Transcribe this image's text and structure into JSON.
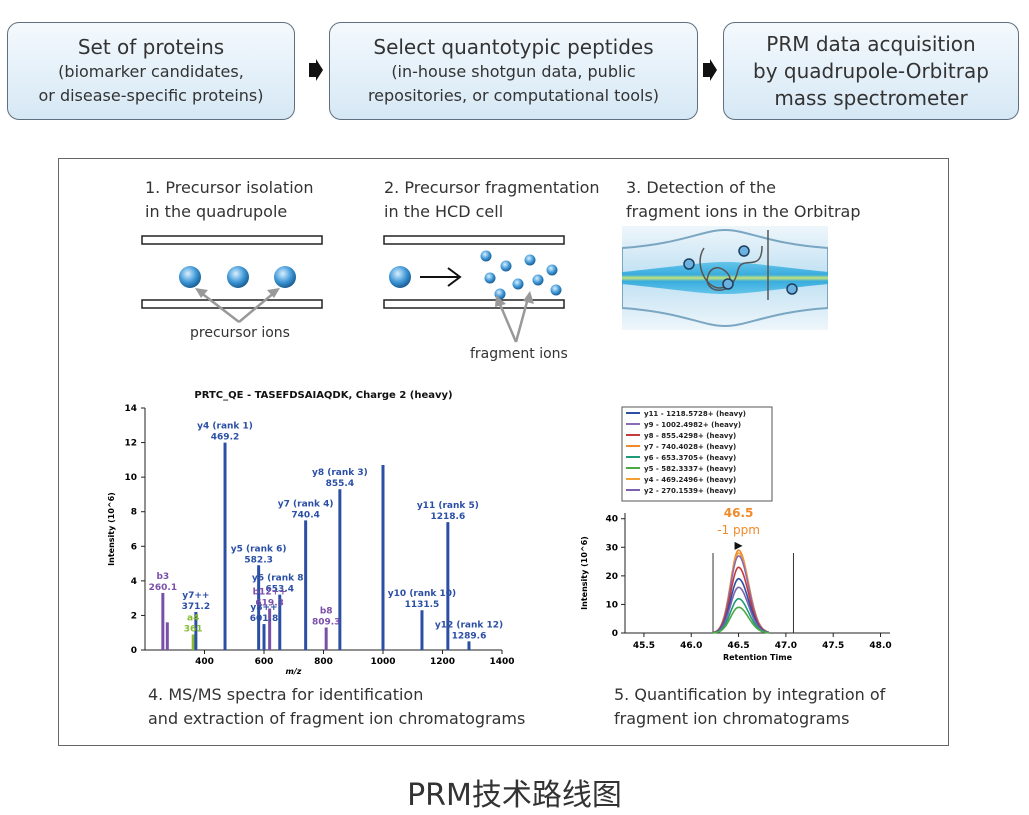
{
  "workflow": {
    "stage1": {
      "title": "Set of proteins",
      "line2": "(biomarker candidates,",
      "line3": "or disease-specific proteins)"
    },
    "stage2": {
      "title": "Select quantotypic peptides",
      "line2": "(in-house shotgun data, public",
      "line3": "repositories, or computational tools)"
    },
    "stage3": {
      "line1": "PRM data acquisition",
      "line2": "by quadrupole-Orbitrap",
      "line3": "mass spectrometer"
    }
  },
  "steps": {
    "step1": {
      "line1": "1. Precursor isolation",
      "line2": "in the quadrupole",
      "caption": "precursor ions"
    },
    "step2": {
      "line1": "2. Precursor fragmentation",
      "line2": "in the HCD cell",
      "caption": "fragment ions"
    },
    "step3": {
      "line1": "3. Detection of the",
      "line2": "fragment ions in the Orbitrap"
    },
    "step4": {
      "line1": "4. MS/MS spectra for identification",
      "line2": "and extraction of fragment ion chromatograms"
    },
    "step5": {
      "line1": "5. Quantification by integration of",
      "line2": "fragment ion chromatograms"
    }
  },
  "chart_data": [
    {
      "type": "bar",
      "title": "PRTC_QE - TASEFDSAIAQDK, Charge 2 (heavy)",
      "xlabel": "m/z",
      "ylabel": "Intensity (10^6)",
      "xlim": [
        200,
        1400
      ],
      "ylim": [
        0,
        14
      ],
      "xticks": [
        400,
        600,
        800,
        1000,
        1200,
        1400
      ],
      "yticks": [
        0,
        2,
        4,
        6,
        8,
        10,
        12,
        14
      ],
      "peaks": [
        {
          "x": 260,
          "y": 3.3,
          "color": "#7a4fa8"
        },
        {
          "x": 275,
          "y": 1.6,
          "color": "#7a4fa8"
        },
        {
          "x": 362,
          "y": 0.9,
          "color": "#88bb33"
        },
        {
          "x": 371,
          "y": 2.2,
          "color": "#2b4fa5"
        },
        {
          "x": 469,
          "y": 12.0,
          "color": "#2b4fa5"
        },
        {
          "x": 582,
          "y": 4.9,
          "color": "#2b4fa5"
        },
        {
          "x": 600,
          "y": 1.5,
          "color": "#2b4fa5"
        },
        {
          "x": 619,
          "y": 2.4,
          "color": "#7a4fa8"
        },
        {
          "x": 653,
          "y": 3.2,
          "color": "#2b4fa5"
        },
        {
          "x": 740,
          "y": 7.5,
          "color": "#2b4fa5"
        },
        {
          "x": 809,
          "y": 1.3,
          "color": "#7a4fa8"
        },
        {
          "x": 855,
          "y": 9.3,
          "color": "#2b4fa5"
        },
        {
          "x": 1000,
          "y": 10.7,
          "color": "#2b4fa5"
        },
        {
          "x": 1131,
          "y": 2.3,
          "color": "#2b4fa5"
        },
        {
          "x": 1218,
          "y": 7.4,
          "color": "#2b4fa5"
        },
        {
          "x": 1289,
          "y": 0.5,
          "color": "#2b4fa5"
        }
      ],
      "annotations": [
        {
          "x": 469,
          "y": 12.0,
          "line1": "y4 (rank 1)",
          "line2": "469.2",
          "color": "#2b4fa5"
        },
        {
          "x": 855,
          "y": 9.3,
          "line1": "y8 (rank 3)",
          "line2": "855.4",
          "color": "#2b4fa5"
        },
        {
          "x": 740,
          "y": 7.5,
          "line1": "y7 (rank 4)",
          "line2": "740.4",
          "color": "#2b4fa5"
        },
        {
          "x": 1218,
          "y": 7.4,
          "line1": "y11 (rank 5)",
          "line2": "1218.6",
          "color": "#2b4fa5"
        },
        {
          "x": 582,
          "y": 4.9,
          "line1": "y5 (rank 6)",
          "line2": "582.3",
          "color": "#2b4fa5"
        },
        {
          "x": 653,
          "y": 3.2,
          "line1": "y6 (rank 8)",
          "line2": "653.4",
          "color": "#2b4fa5"
        },
        {
          "x": 1131,
          "y": 2.3,
          "line1": "y10 (rank 10)",
          "line2": "1131.5",
          "color": "#2b4fa5"
        },
        {
          "x": 1289,
          "y": 0.5,
          "line1": "y12 (rank 12)",
          "line2": "1289.6",
          "color": "#2b4fa5"
        },
        {
          "x": 371,
          "y": 2.2,
          "line1": "y7++",
          "line2": "371.2",
          "color": "#2b4fa5"
        },
        {
          "x": 600,
          "y": 1.5,
          "line1": "y8++",
          "line2": "601.8",
          "color": "#2b4fa5"
        },
        {
          "x": 619,
          "y": 2.4,
          "line1": "b12++",
          "line2": "619.3",
          "color": "#7a4fa8"
        },
        {
          "x": 809,
          "y": 1.3,
          "line1": "b8",
          "line2": "809.3",
          "color": "#7a4fa8"
        },
        {
          "x": 260,
          "y": 3.3,
          "line1": "b3",
          "line2": "260.1",
          "color": "#7a4fa8"
        },
        {
          "x": 362,
          "y": 0.9,
          "line1": "a4",
          "line2": "361",
          "color": "#88bb33"
        }
      ]
    },
    {
      "type": "line",
      "xlabel": "Retention Time",
      "ylabel": "Intensity (10^6)",
      "xlim": [
        45.3,
        48.1
      ],
      "ylim": [
        0,
        42
      ],
      "xticks": [
        45.5,
        46.0,
        46.5,
        47.0,
        47.5,
        48.0
      ],
      "yticks": [
        0,
        10,
        20,
        30,
        40
      ],
      "peak_label": "46.5",
      "peak_sub": "-1 ppm",
      "integration_bounds": [
        46.23,
        47.08
      ],
      "apex_x": 46.5,
      "series": [
        {
          "name": "y11 - 1218.5728+ (heavy)",
          "color": "#2b4fa5",
          "peak": 19
        },
        {
          "name": "y9 - 1002.4982+ (heavy)",
          "color": "#8a6bb8",
          "peak": 27
        },
        {
          "name": "y8 - 855.4298+ (heavy)",
          "color": "#c63a3a",
          "peak": 23
        },
        {
          "name": "y7 - 740.4028+ (heavy)",
          "color": "#f08a2a",
          "peak": 29
        },
        {
          "name": "y6 - 653.3705+ (heavy)",
          "color": "#1f9a7a",
          "peak": 12
        },
        {
          "name": "y5 - 582.3337+ (heavy)",
          "color": "#4aaa44",
          "peak": 9
        },
        {
          "name": "y4 - 469.2496+ (heavy)",
          "color": "#f2a030",
          "peak": 28
        },
        {
          "name": "y2 - 270.1539+ (heavy)",
          "color": "#7a62b0",
          "peak": 16
        }
      ]
    }
  ],
  "footer": {
    "caption": "PRM技术路线图"
  }
}
